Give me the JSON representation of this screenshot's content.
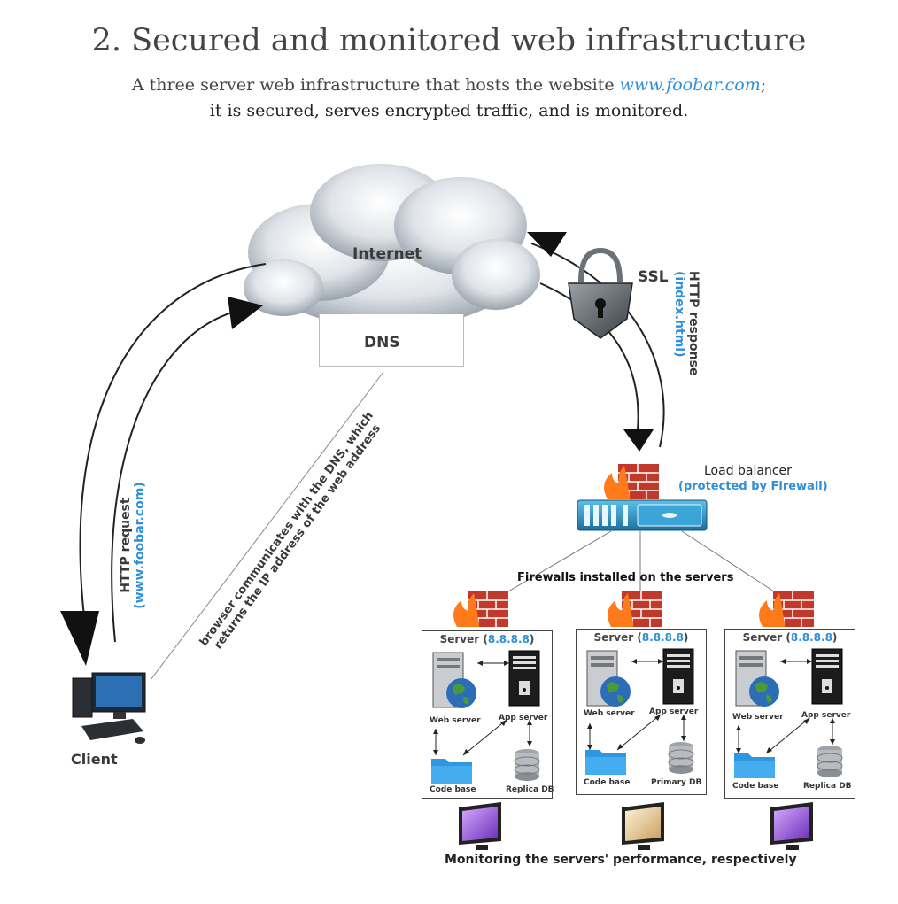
{
  "header": {
    "title": "2. Secured and monitored web infrastructure",
    "subtitle_prefix": "A three server web infrastructure that hosts the website ",
    "subtitle_link": "www.foobar.com",
    "subtitle_suffix": ";",
    "subtitle_line2": "it is secured, serves encrypted traffic, and is monitored."
  },
  "internet": {
    "label": "Internet",
    "dns_label": "DNS"
  },
  "ssl": {
    "label": "SSL"
  },
  "http_response": {
    "label": "HTTP response",
    "detail": "(index.html)"
  },
  "http_request": {
    "label": "HTTP request",
    "detail": "(www.foobar.com)"
  },
  "dns_note": {
    "line1": "browser communicates with the DNS, which",
    "line2": "returns the IP address of the web address"
  },
  "client": {
    "label": "Client"
  },
  "load_balancer": {
    "label": "Load balancer",
    "detail": "(protected by Firewall)"
  },
  "firewalls_note": "Firewalls installed on the servers",
  "servers": [
    {
      "title": "Server (",
      "ip": "8.8.8.8",
      "close": ")",
      "web": "Web server",
      "app": "App server",
      "code": "Code base",
      "db": "Replica DB"
    },
    {
      "title": "Server (",
      "ip": "8.8.8.8",
      "close": ")",
      "web": "Web server",
      "app": "App server",
      "code": "Code base",
      "db": "Primary DB"
    },
    {
      "title": "Server (",
      "ip": "8.8.8.8",
      "close": ")",
      "web": "Web server",
      "app": "App server",
      "code": "Code base",
      "db": "Replica DB"
    }
  ],
  "monitoring": "Monitoring the servers' performance, respectively",
  "colors": {
    "accent": "#2f8fd8",
    "firewall": "#c0392b",
    "lb": "#2a8fc0"
  }
}
